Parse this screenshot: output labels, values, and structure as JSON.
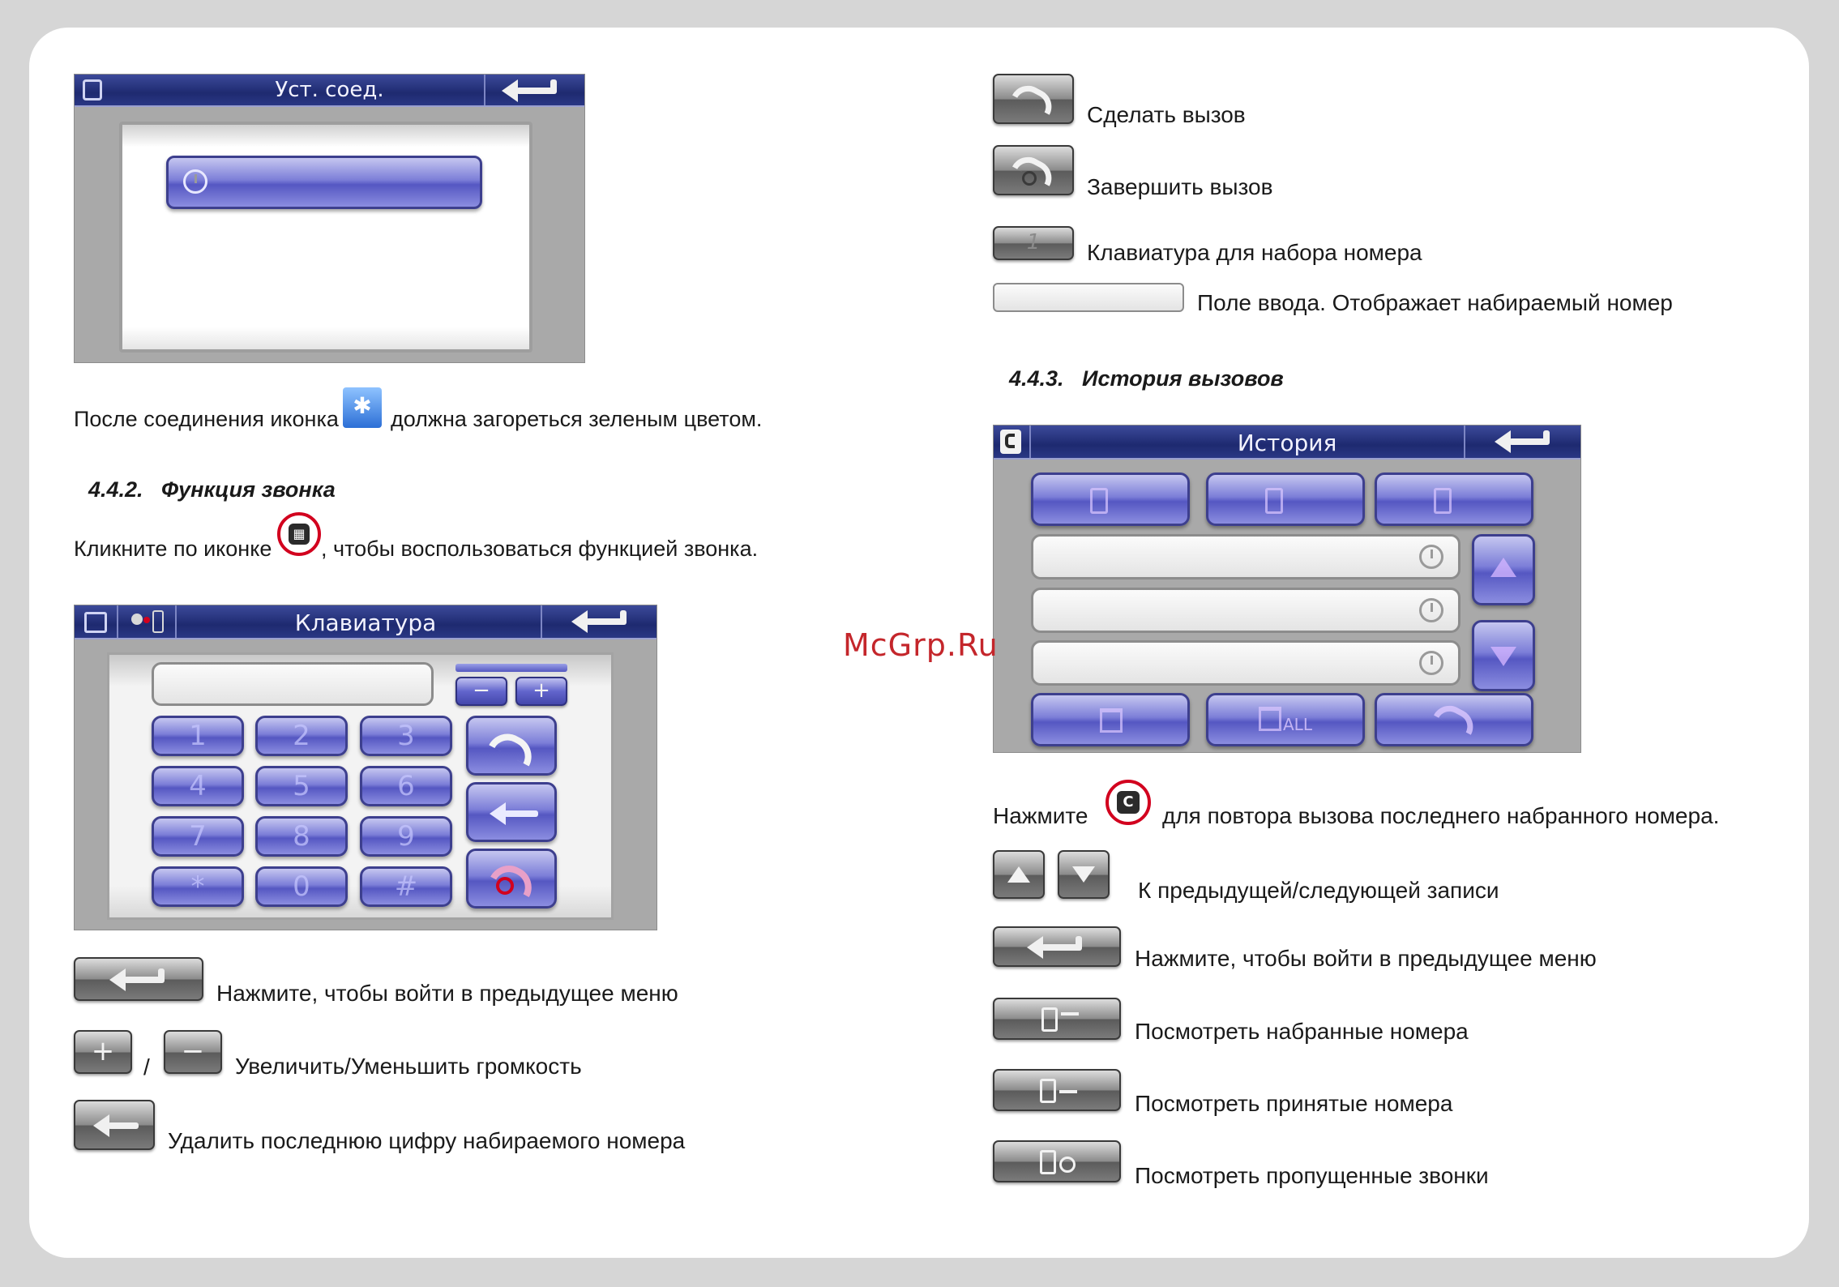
{
  "screen_connect": {
    "title": "Уст. соед."
  },
  "after_connect": {
    "before": "После соединения иконка",
    "after": "должна загореться зеленым цветом."
  },
  "section_442": "4.4.2.   Функция звонка",
  "click_icon": {
    "before": "Кликните по иконке",
    "after": ", чтобы воспользоваться функцией звонка."
  },
  "keypad_screen": {
    "title": "Клавиатура",
    "keys": [
      "1",
      "2",
      "3",
      "4",
      "5",
      "6",
      "7",
      "8",
      "9",
      "*",
      "0",
      "#"
    ],
    "vol_minus": "−",
    "vol_plus": "+"
  },
  "left_legend": {
    "back": "Нажмите, чтобы войти в предыдущее меню",
    "slash": "/",
    "volume": "Увеличить/Уменьшить громкость",
    "delete": "Удалить последнюю цифру набираемого номера"
  },
  "right_legend_top": {
    "make_call": "Сделать вызов",
    "end_call": "Завершить вызов",
    "keypad": "Клавиатура для набора номера",
    "keypad_key": "1",
    "input": "Поле ввода. Отображает набираемый номер"
  },
  "section_443": "4.4.3.   История вызовов",
  "history_screen": {
    "title": "История",
    "all_label": "ALL"
  },
  "watermark": "McGrp.Ru",
  "press_icon": {
    "before": "Нажмите",
    "after": "для повтора вызова последнего набранного номера."
  },
  "right_legend_bottom": {
    "prev_next": "К предыдущей/следующей записи",
    "back": "Нажмите, чтобы войти в предыдущее меню",
    "dialed": "Посмотреть набранные номера",
    "received": "Посмотреть принятые номера",
    "missed": "Посмотреть пропущенные звонки"
  }
}
